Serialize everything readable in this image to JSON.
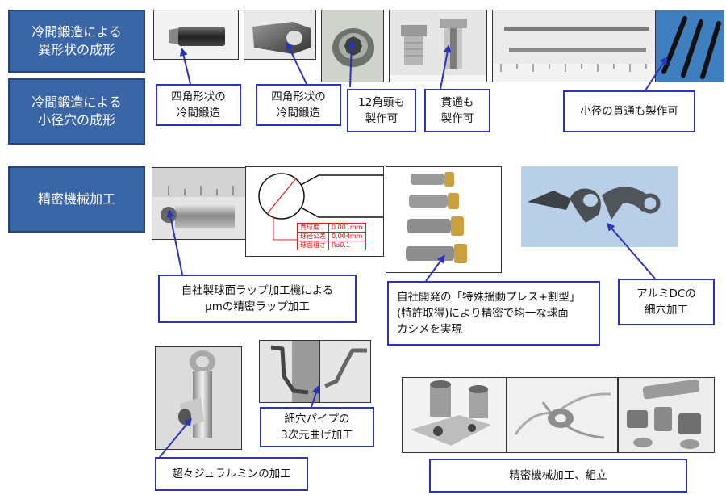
{
  "sections": {
    "cold_forging_irregular": "冷間鍛造による\n異形状の成形",
    "cold_forging_small_hole": "冷間鍛造による\n小径穴の成形",
    "precision_machining": "精密機械加工"
  },
  "labels": {
    "square_forging_1": "四角形状の\n冷間鍛造",
    "square_forging_2": "四角形状の\n冷間鍛造",
    "hex12_head": "12角頭も\n製作可",
    "through_hole": "貫通も\n製作可",
    "small_through": "小径の貫通も製作可",
    "sphere_lapping": "自社製球面ラップ加工機による\nμmの精密ラップ加工",
    "caulking": "自社開発の「特殊揺動プレス+割型」\n(特許取得)により精密で均一な球面\nカシメを実現",
    "aluminum_dc": "アルミDCの\n細穴加工",
    "pipe_bending": "細穴パイプの\n3次元曲げ加工",
    "duralumin": "超々ジュラルミンの加工",
    "assembly": "精密機械加工、組立"
  },
  "spec_table": [
    {
      "name": "真球度",
      "value": "0.001mm"
    },
    {
      "name": "球径公差",
      "value": "0.004mm"
    },
    {
      "name": "球面粗さ",
      "value": "Ra0.1"
    }
  ],
  "colors": {
    "section_bg": "#3a66a8",
    "label_border": "#2a34b8",
    "arrow": "#2a34b8",
    "spec_red": "#d01010"
  }
}
